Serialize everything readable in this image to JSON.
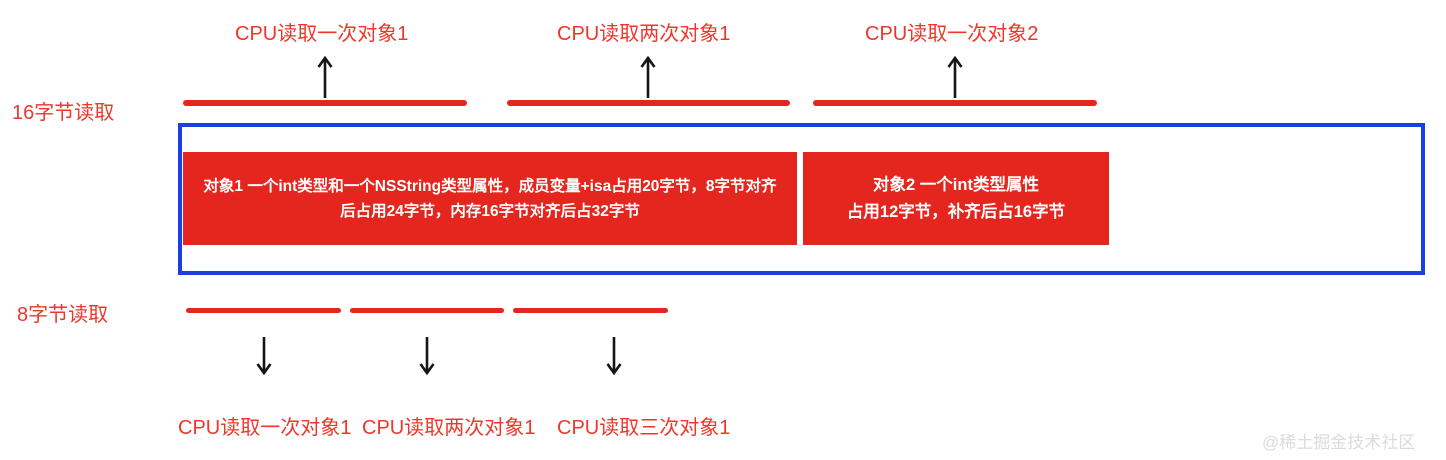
{
  "colors": {
    "red_fill": "#e5261e",
    "red_text": "#ee372a",
    "blue_border": "#1c3ee3",
    "arrow": "#151515",
    "watermark_gray": "#dbdbdb"
  },
  "top_section": {
    "side_label": "16字节读取",
    "reads": [
      {
        "label": "CPU读取一次对象1"
      },
      {
        "label": "CPU读取两次对象1"
      },
      {
        "label": "CPU读取一次对象2"
      }
    ]
  },
  "memory": {
    "object1": {
      "line1": "对象1 一个int类型和一个NSString类型属性，成员变量+isa占用20字节，8字节对齐",
      "line2": "后占用24字节，内存16字节对齐后占32字节"
    },
    "object2": {
      "line1": "对象2   一个int类型属性",
      "line2": "占用12字节，补齐后占16字节"
    }
  },
  "bottom_section": {
    "side_label": "8字节读取",
    "reads": [
      {
        "label": "CPU读取一次对象1"
      },
      {
        "label": "CPU读取两次对象1"
      },
      {
        "label": "CPU读取三次对象1"
      }
    ]
  },
  "watermark": "@稀土掘金技术社区"
}
